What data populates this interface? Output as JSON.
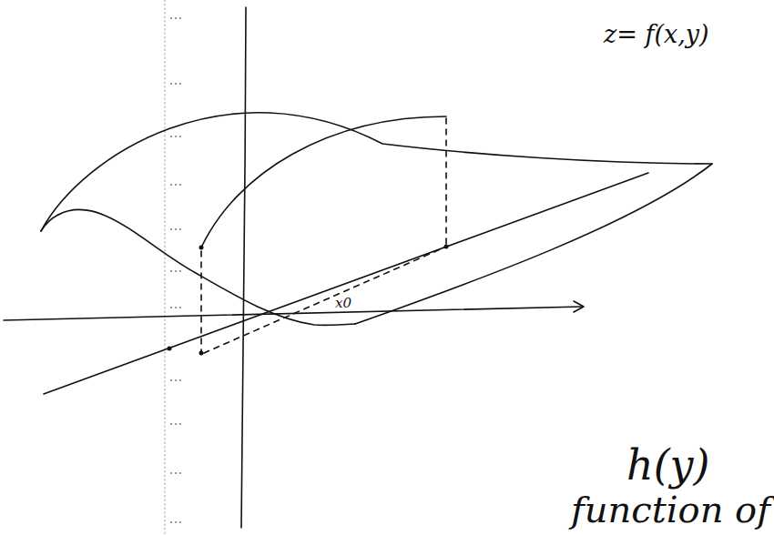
{
  "diagram": {
    "labels": [
      "z= f(x,y)",
      "x0",
      "h(y)",
      "function of"
    ]
  }
}
